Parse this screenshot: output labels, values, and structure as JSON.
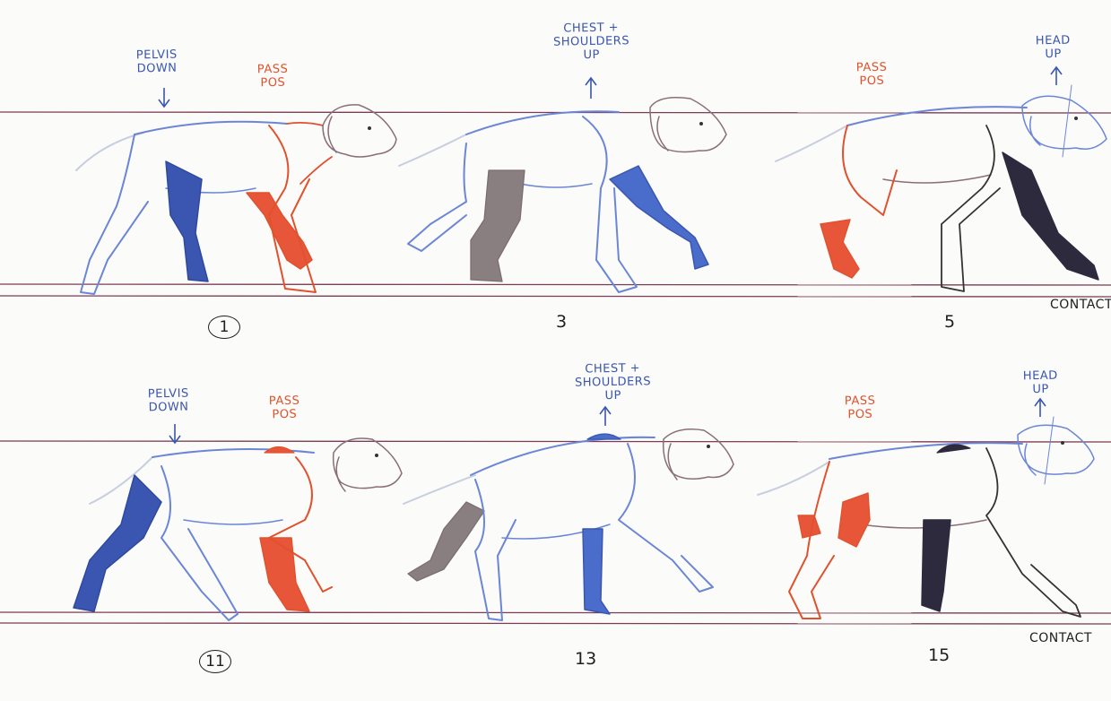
{
  "colors": {
    "background": "#fbfbf9",
    "guide_line": "#7a3c56",
    "body_outline": "#6b86d6",
    "red": "#e0522d",
    "blue": "#3a56b0",
    "dark_leg": "#2e2a3e",
    "gray_leg": "#8a7f80"
  },
  "labels": {
    "pelvis_down": "PELVIS\nDOWN",
    "pass_pos": "PASS\nPOS",
    "chest_up": "CHEST +\nSHOULDERS\nUP",
    "head_up": "HEAD\nUP",
    "contact": "CONTACT"
  },
  "frames": {
    "f1": "1",
    "f3": "3",
    "f5": "5",
    "f11": "11",
    "f13": "13",
    "f15": "15"
  }
}
